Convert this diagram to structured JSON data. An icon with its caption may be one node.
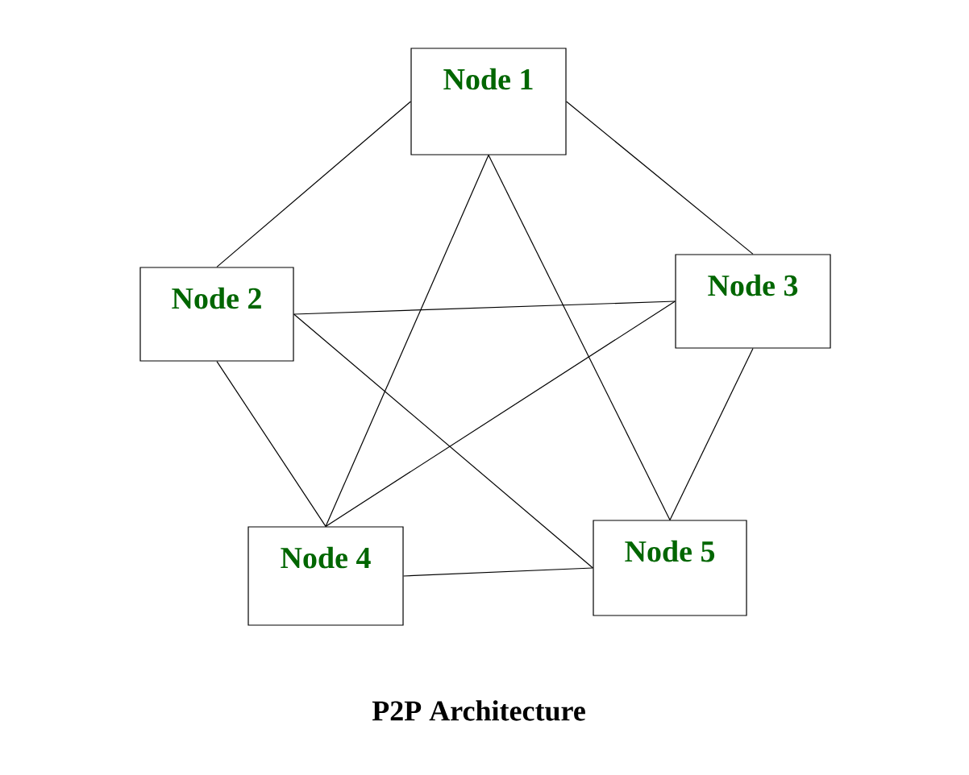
{
  "diagram": {
    "caption": "P2P Architecture",
    "nodes": [
      {
        "text": [
          "Node 1"
        ]
      },
      {
        "text": [
          "Node 2"
        ]
      },
      {
        "text": [
          "Node 3"
        ]
      },
      {
        "text": [
          "Node 4"
        ]
      },
      {
        "text": [
          "Node 5"
        ]
      }
    ],
    "edges": [
      {
        "from": 0,
        "to": 1,
        "arrow": "none"
      },
      {
        "from": 0,
        "to": 2,
        "arrow": "none"
      },
      {
        "from": 0,
        "to": 3,
        "arrow": "none"
      },
      {
        "from": 0,
        "to": 4,
        "arrow": "none"
      },
      {
        "from": 1,
        "to": 2,
        "arrow": "none"
      },
      {
        "from": 1,
        "to": 3,
        "arrow": "none"
      },
      {
        "from": 1,
        "to": 4,
        "arrow": "none"
      },
      {
        "from": 2,
        "to": 3,
        "arrow": "none"
      },
      {
        "from": 2,
        "to": 4,
        "arrow": "none"
      },
      {
        "from": 3,
        "to": 4,
        "arrow": "none"
      }
    ]
  }
}
